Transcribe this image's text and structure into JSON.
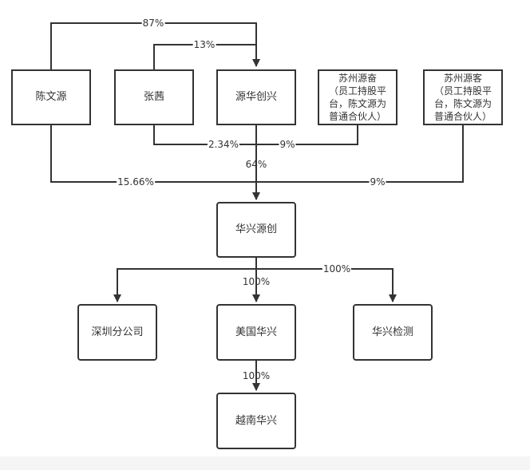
{
  "nodes": {
    "chen_wenyuan": "陈文源",
    "zhang_qian": "张茜",
    "yuanhua_chuangxing": "源华创兴",
    "suzhou_yuanfen": "苏州源奋\n（员工持股平\n台，陈文源为\n普通合伙人）",
    "suzhou_yuanke": "苏州源客\n（员工持股平\n台，陈文源为\n普通合伙人）",
    "huaxing_yuanchuang": "华兴源创",
    "shenzhen_branch": "深圳分公司",
    "meiguo_huaxing": "美国华兴",
    "huaxing_jiance": "华兴检测",
    "yuenan_huaxing": "越南华兴"
  },
  "edges": {
    "chen_to_yuanhua": "87%",
    "zhang_to_yuanhua": "13%",
    "zhang_to_huaxing": "2.34%",
    "yuanfen_to_huaxing": "9%",
    "yuanhua_to_huaxing": "64%",
    "chen_to_huaxing": "15.66%",
    "yuanke_to_huaxing": "9%",
    "huaxing_to_meiguo": "100%",
    "huaxing_to_jiance": "100%",
    "meiguo_to_yuenan": "100%"
  },
  "colors": {
    "line": "#333333",
    "box_border": "#333333",
    "background": "#ffffff"
  }
}
